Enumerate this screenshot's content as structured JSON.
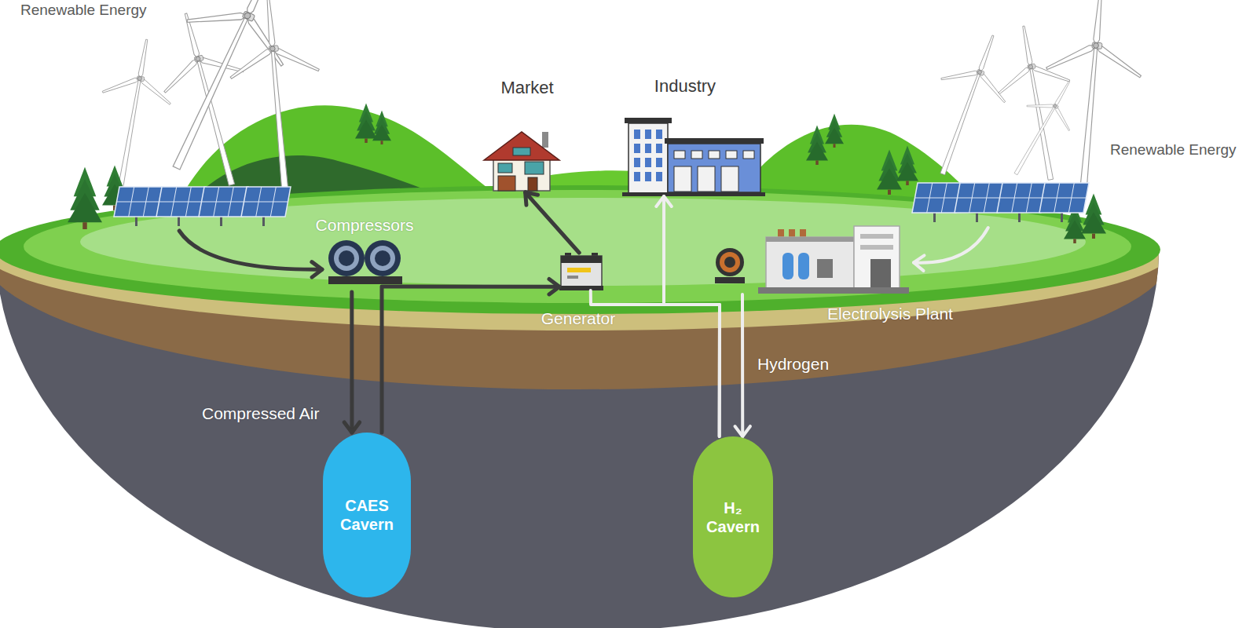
{
  "diagram": {
    "nodes": [
      {
        "text": [
          "Renewable Energy"
        ]
      },
      {
        "text": [
          "Market"
        ]
      },
      {
        "text": [
          "Industry"
        ]
      },
      {
        "text": [
          "Renewable Energy"
        ]
      },
      {
        "text": [
          "Compressors"
        ]
      },
      {
        "text": [
          "Generator"
        ]
      },
      {
        "text": [
          "Electrolysis Plant"
        ]
      },
      {
        "text": [
          "CAES Cavern"
        ]
      },
      {
        "text": [
          "H₂ Cavern"
        ]
      }
    ],
    "edges": [
      {
        "from": 0,
        "to": 4,
        "arrow": "to"
      },
      {
        "from": 4,
        "to": 7,
        "label": "Compressed Air",
        "arrow": "to"
      },
      {
        "from": 7,
        "to": 5,
        "arrow": "to"
      },
      {
        "from": 5,
        "to": 1,
        "arrow": "to"
      },
      {
        "from": 3,
        "to": 6,
        "arrow": "to"
      },
      {
        "from": 6,
        "to": 8,
        "label": "Hydrogen",
        "arrow": "to"
      },
      {
        "from": 8,
        "to": 2,
        "arrow": "to"
      },
      {
        "from": 8,
        "to": 5,
        "arrow": "none"
      }
    ]
  }
}
